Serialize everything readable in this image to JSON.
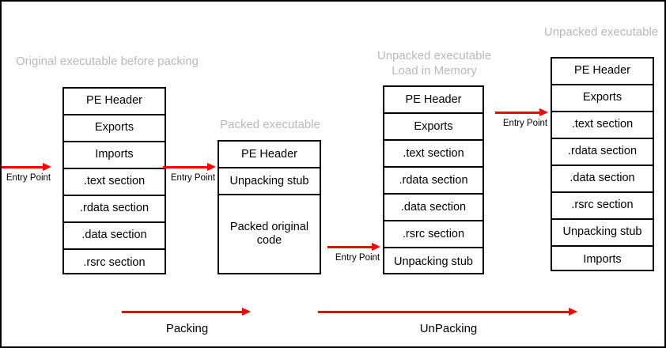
{
  "diagram": {
    "title_note": "PE executable packing and unpacking diagram",
    "accent_color": "#ff0000",
    "heading_color": "#b9b9b9",
    "columns": [
      {
        "id": "original",
        "heading": "Original executable before packing",
        "rows": [
          "PE Header",
          "Exports",
          "Imports",
          ".text section",
          ".rdata section",
          ".data section",
          ".rsrc section"
        ]
      },
      {
        "id": "packed",
        "heading": "Packed executable",
        "rows": [
          "PE Header",
          "Unpacking stub",
          "Packed original\ncode"
        ]
      },
      {
        "id": "loaded",
        "heading": "Unpacked executable\nLoad in Memory",
        "rows": [
          "PE Header",
          "Exports",
          ".text section",
          ".rdata section",
          ".data section",
          ".rsrc section",
          "Unpacking stub"
        ]
      },
      {
        "id": "unpacked",
        "heading": "Unpacked executable",
        "rows": [
          "PE Header",
          "Exports",
          ".text section",
          ".rdata section",
          ".data section",
          ".rsrc section",
          "Unpacking stub",
          "Imports"
        ]
      }
    ],
    "entry_points": [
      {
        "id": "entry-1",
        "label": "Entry Point",
        "target": ".text section"
      },
      {
        "id": "entry-2",
        "label": "Entry Point",
        "target": "Unpacking stub"
      },
      {
        "id": "entry-3",
        "label": "Entry Point",
        "target": "Unpacking stub"
      },
      {
        "id": "entry-4",
        "label": "Entry Point",
        "target": ".text section"
      }
    ],
    "process_arrows": [
      {
        "id": "packing",
        "label": "Packing"
      },
      {
        "id": "unpacking",
        "label": "UnPacking"
      }
    ]
  }
}
